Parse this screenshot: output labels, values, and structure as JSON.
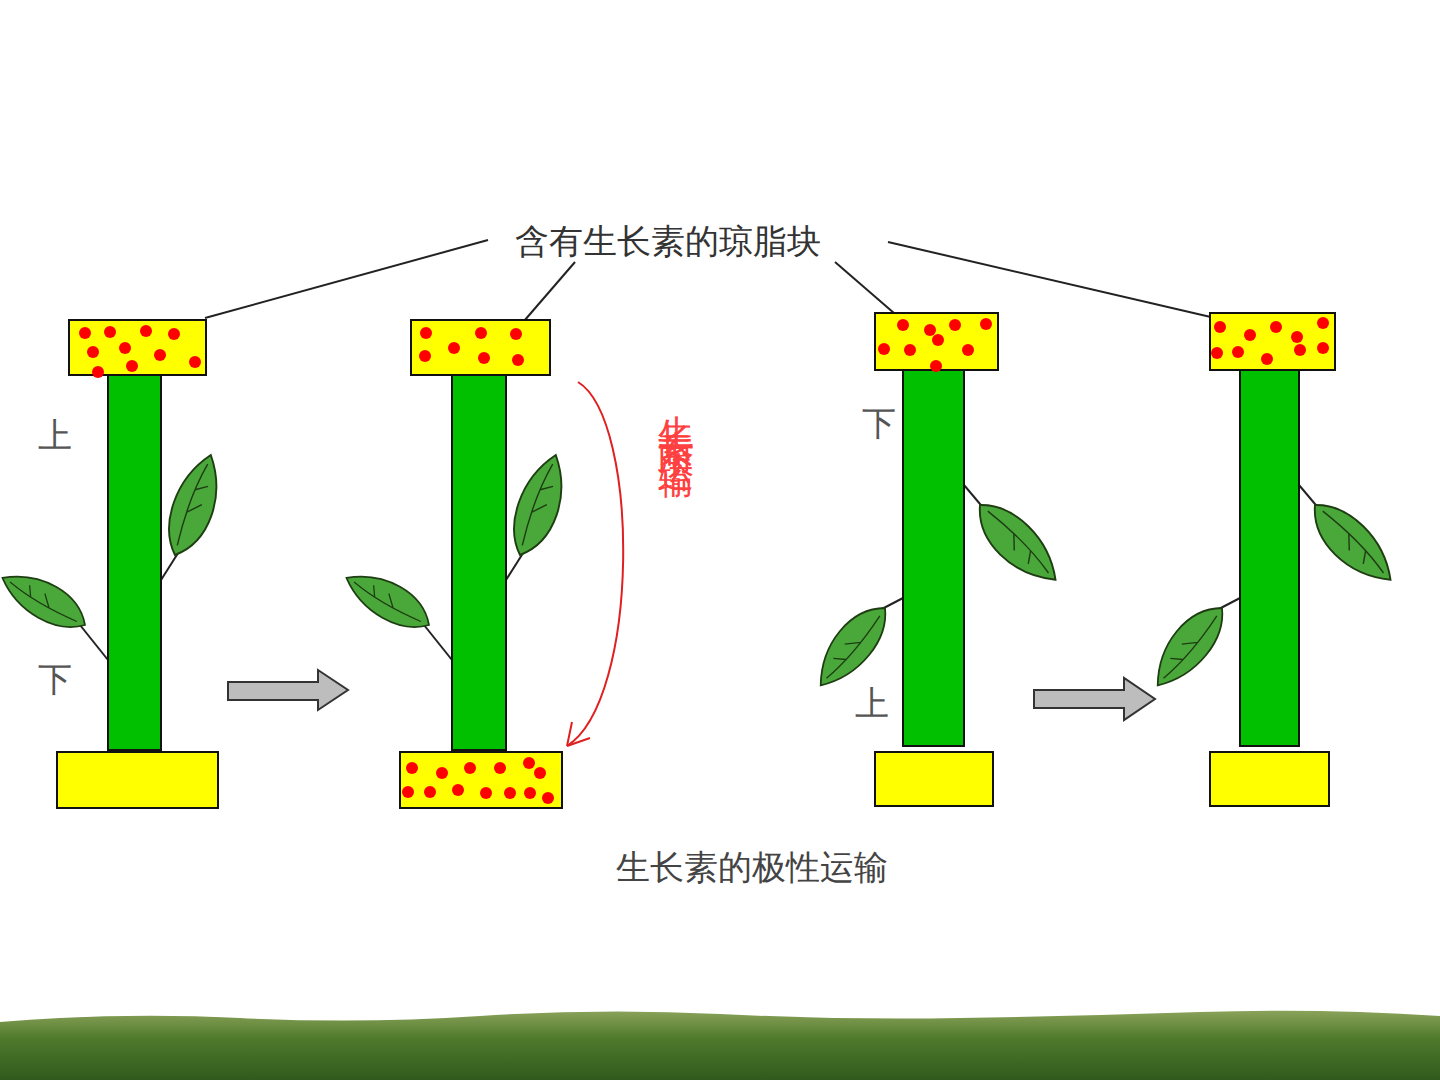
{
  "diagram": {
    "caption": "生长素的极性运输",
    "labels": [
      "含有生长素的琼脂块",
      "上",
      "下",
      "生长素向下运输",
      "下",
      "上"
    ]
  }
}
